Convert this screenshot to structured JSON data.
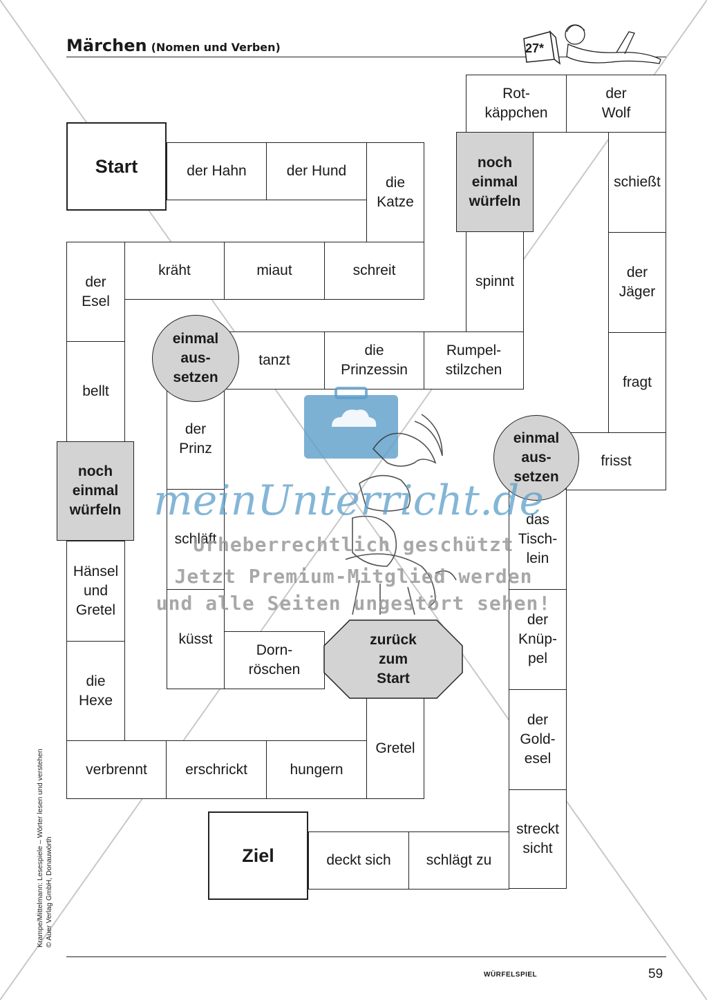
{
  "header": {
    "title": "Märchen",
    "subtitle": "(Nomen und Verben)",
    "badge": "27*"
  },
  "board": {
    "start": "Start",
    "goal": "Ziel",
    "back_to_start": "zurück\nzum\nStart",
    "roll_again": "noch\neinmal\nwürfeln",
    "skip_turn": "einmal\naus-\nsetzen",
    "fields": {
      "der_hahn": "der Hahn",
      "der_hund": "der Hund",
      "die_katze": "die\nKatze",
      "schreit": "schreit",
      "miaut": "miaut",
      "kraeht": "kräht",
      "der_esel": "der\nEsel",
      "bellt": "bellt",
      "haensel_und_gretel": "Hänsel\nund\nGretel",
      "die_hexe": "die\nHexe",
      "verbrennt": "verbrennt",
      "erschrickt": "erschrickt",
      "hungern": "hungern",
      "gretel": "Gretel",
      "dornroeschen": "Dorn-\nröschen",
      "kuesst": "küsst",
      "schlaeft": "schläft",
      "der_prinz": "der\nPrinz",
      "tanzt": "tanzt",
      "die_prinzessin": "die\nPrinzessin",
      "rumpelstilzchen": "Rumpel-\nstilzchen",
      "spinnt": "spinnt",
      "rotkaeppchen": "Rot-\nkäppchen",
      "der_wolf": "der\nWolf",
      "schiesst": "schießt",
      "der_jaeger": "der\nJäger",
      "fragt": "fragt",
      "frisst": "frisst",
      "das_tischlein": "das\nTisch-\nlein",
      "der_knueppel": "der\nKnüp-\npel",
      "der_goldesel": "der\nGold-\nesel",
      "streckt_sicht": "streckt\nsicht",
      "schlaegt_zu": "schlägt zu",
      "deckt_sich": "deckt sich"
    }
  },
  "footer": {
    "label": "WÜRFELSPIEL",
    "page": "59",
    "credit_line1": "Krampe/Mittelmann: Lesespiele – Wörter lesen und verstehen",
    "credit_line2": "© Auer Verlag GmbH, Donauwörth"
  },
  "watermark": {
    "logo": "meinUnterricht.de",
    "line1": "Urheberrechtlich geschützt",
    "line2": "Jetzt Premium-Mitglied werden",
    "line3": "und alle Seiten ungestört sehen!"
  },
  "colors": {
    "gray_field": "#d3d3d3",
    "watermark_blue": "#5b9ec9"
  }
}
